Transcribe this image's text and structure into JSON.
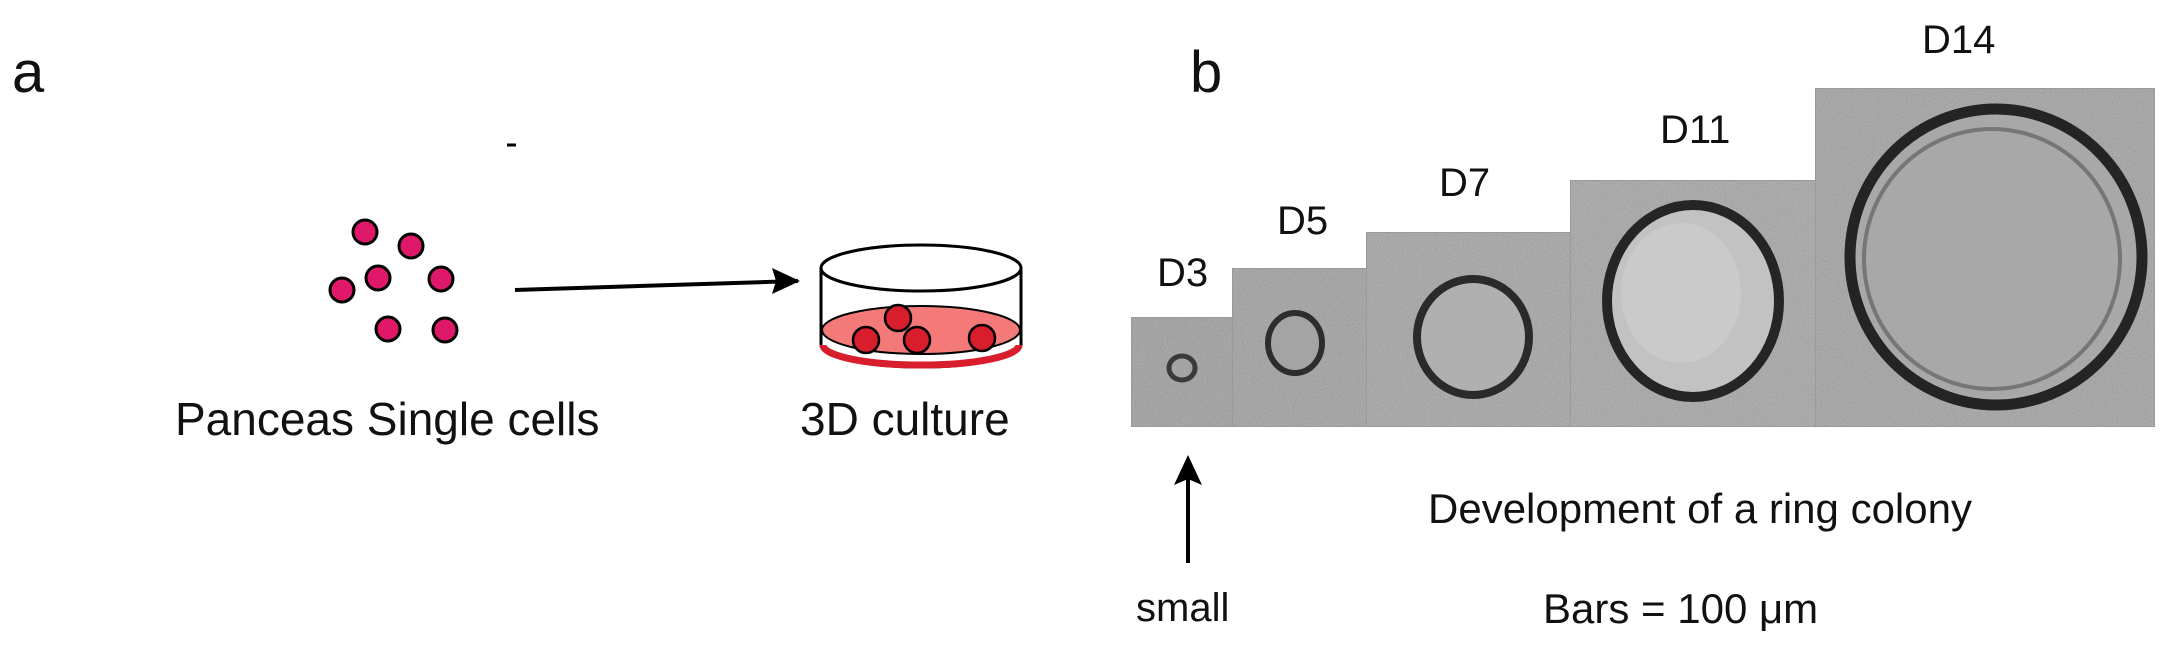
{
  "panel_a": {
    "letter": "a",
    "source_label": "Panceas Single cells",
    "target_label": "3D culture",
    "cell_color": "#e0186a",
    "medium_color": "#f47a7a",
    "medium_edge_color": "#d81e2c"
  },
  "panel_b": {
    "letter": "b",
    "days": [
      "D3",
      "D5",
      "D7",
      "D11",
      "D14"
    ],
    "small_label": "small",
    "caption": "Development of a ring colony",
    "scale_note": "Bars = 100 μm"
  }
}
